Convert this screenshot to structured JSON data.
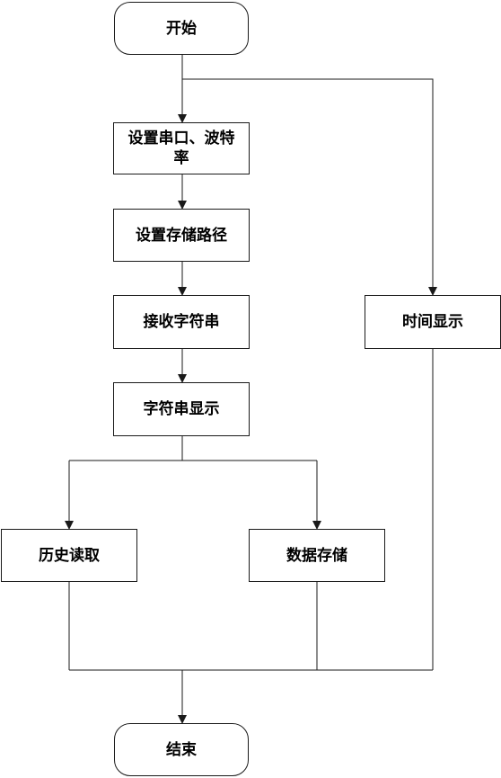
{
  "nodes": {
    "start": "开始",
    "set_serial": "设置串口、波特率",
    "set_path": "设置存储路径",
    "receive": "接收字符串",
    "show_string": "字符串显示",
    "time_display": "时间显示",
    "history": "历史读取",
    "store": "数据存储",
    "end": "结束"
  },
  "colors": {
    "line": "#1a1a1a",
    "border": "#1a1a1a",
    "fill": "#ffffff",
    "text": "#000000"
  }
}
